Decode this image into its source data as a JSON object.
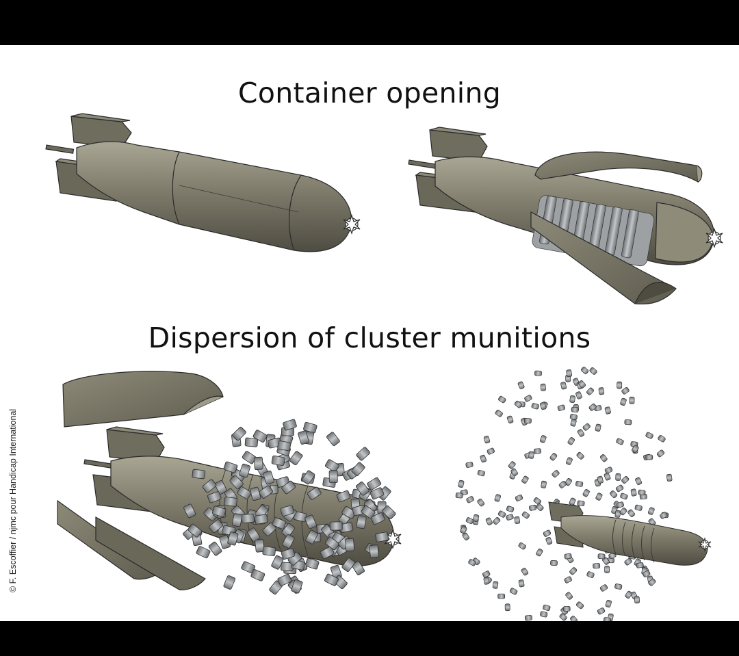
{
  "diagram": {
    "stage_titles": {
      "top": "Container opening",
      "bottom": "Dispersion of cluster munitions"
    },
    "credit": "© F. Escoffier / njmc pour Handicap International",
    "colors": {
      "casing": "#7b7868",
      "casing_dark": "#5c5a4d",
      "casing_light": "#a7a492",
      "submunition": "#8e9294",
      "outline": "#2a2a2a"
    }
  }
}
